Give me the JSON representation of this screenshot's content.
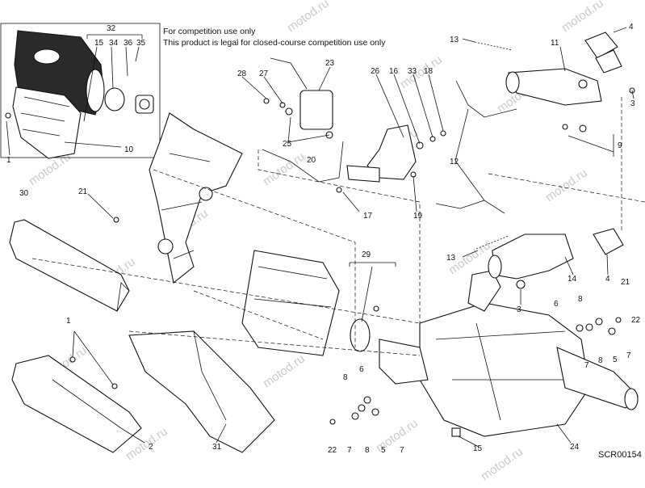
{
  "notice": {
    "line1": "For competition use only",
    "line2": "This product is legal for closed-course competition use only"
  },
  "diagram_code": "SCR00154",
  "watermark": "motod.ru",
  "callouts": {
    "c32": "32",
    "c15a": "15",
    "c34": "34",
    "c36": "36",
    "c35": "35",
    "c1a": "1",
    "c10": "10",
    "c13a": "13",
    "c11": "11",
    "c4a": "4",
    "c3a": "3",
    "c23": "23",
    "c28": "28",
    "c27": "27",
    "c26": "26",
    "c16": "16",
    "c33": "33",
    "c18": "18",
    "c25": "25",
    "c20": "20",
    "c12": "12",
    "c9": "9",
    "c30": "30",
    "c21a": "21",
    "c17": "17",
    "c19": "19",
    "c29": "29",
    "c13b": "13",
    "c14": "14",
    "c4b": "4",
    "c3b": "3",
    "c21b": "21",
    "c6a": "6",
    "c8a": "8",
    "c22a": "22",
    "c5a": "5",
    "c7a": "7",
    "c7b": "7",
    "c8b": "8",
    "c1b": "1",
    "c2": "2",
    "c31": "31",
    "c8c": "8",
    "c6b": "6",
    "c22b": "22",
    "c7c": "7",
    "c8d": "8",
    "c5b": "5",
    "c7d": "7",
    "c15b": "15",
    "c24": "24"
  }
}
